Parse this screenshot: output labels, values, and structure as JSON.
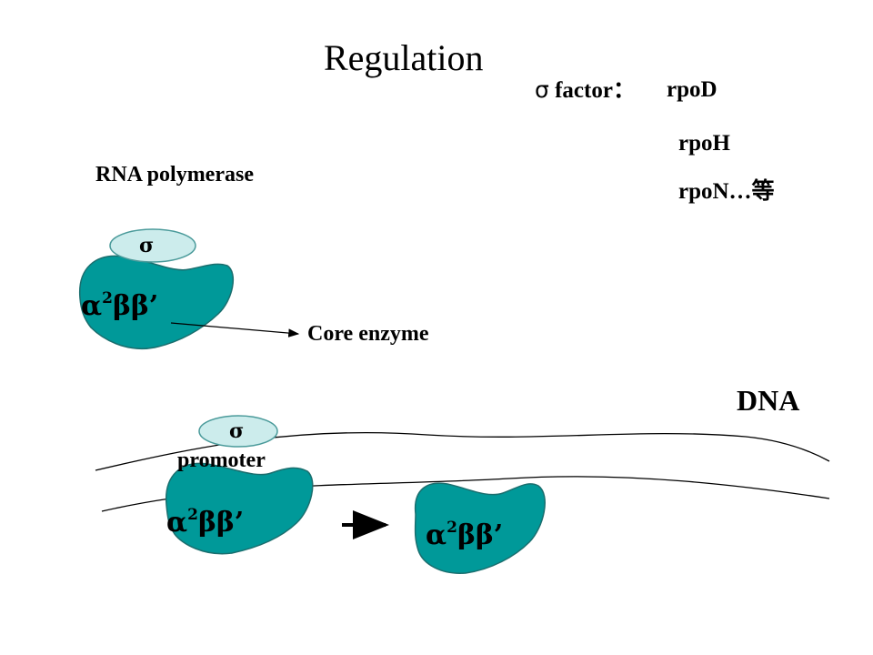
{
  "title": "Regulation",
  "sigma_factor": {
    "symbol": "σ",
    "label": " factor：",
    "genes": [
      "rpoD",
      "rpoH",
      "rpoN…等"
    ]
  },
  "rna_polymerase_label": "RNA polymerase",
  "sigma_subunit_label": "σ",
  "core_subunits": {
    "alpha": "α",
    "superscript": "2",
    "beta": "ββ’"
  },
  "core_enzyme_label": "Core enzyme",
  "dna_label": "DNA",
  "promoter_label": "promoter",
  "colors": {
    "enzyme": "#009999",
    "sigma": "#CCECEC"
  }
}
